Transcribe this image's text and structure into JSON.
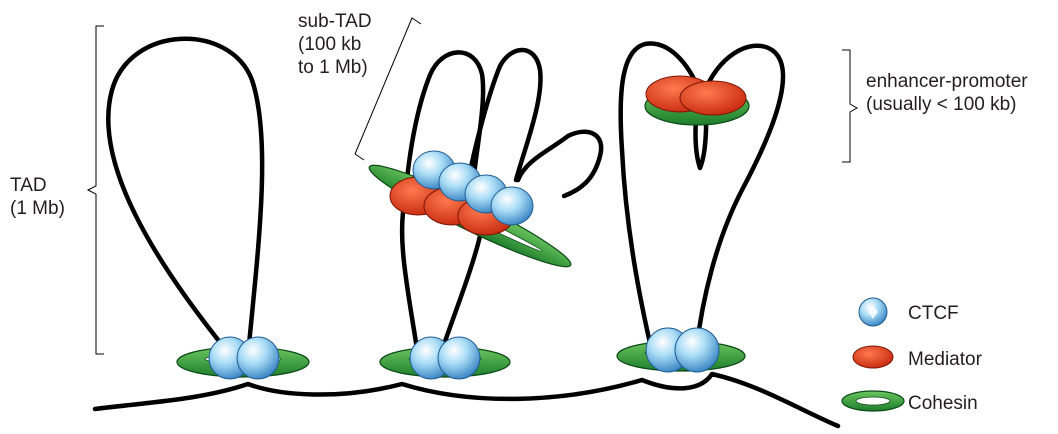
{
  "labels": {
    "tad": [
      "TAD",
      "(1 Mb)"
    ],
    "sub_tad": [
      "sub-TAD",
      "(100 kb",
      "to 1 Mb)"
    ],
    "enhancer_promoter": [
      "enhancer-promoter",
      "(usually < 100 kb)"
    ]
  },
  "legend": [
    {
      "icon": "ctcf",
      "label": "CTCF"
    },
    {
      "icon": "mediator",
      "label": "Mediator"
    },
    {
      "icon": "cohesin",
      "label": "Cohesin"
    }
  ],
  "colors": {
    "chromatin": "#000000",
    "ctcf": "#9dd3f2",
    "mediator": "#e8401f",
    "cohesin": "#2f9e3e",
    "text": "#231f20"
  }
}
